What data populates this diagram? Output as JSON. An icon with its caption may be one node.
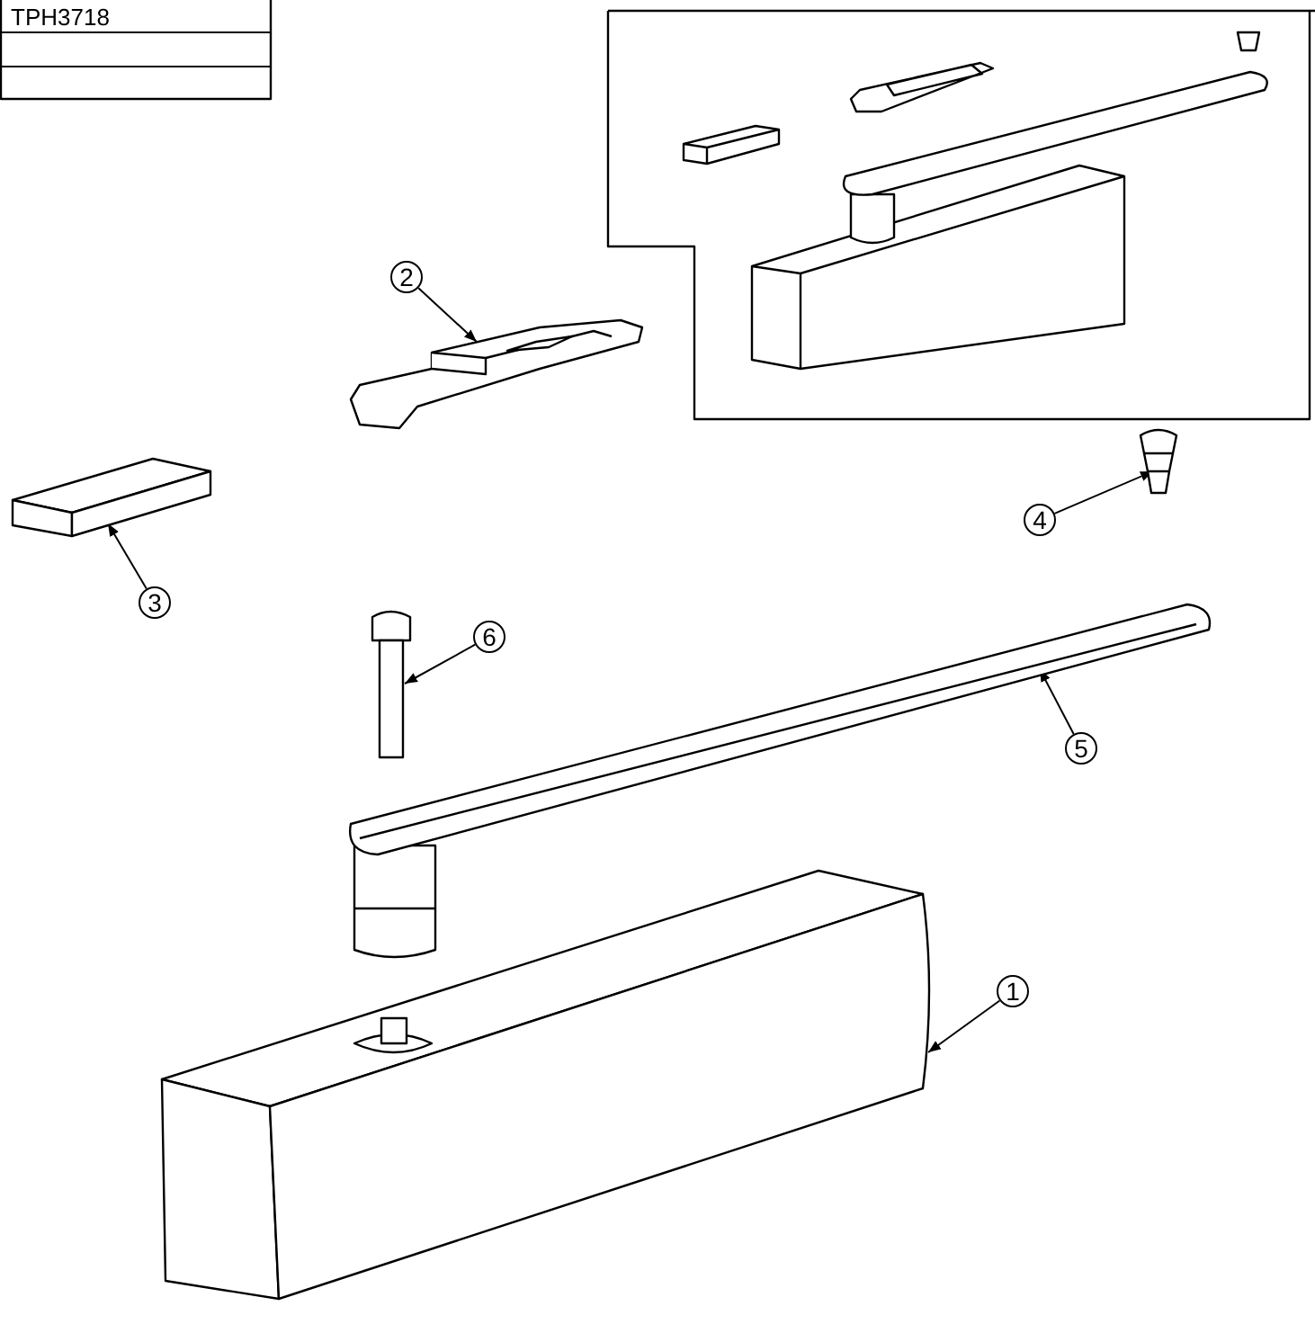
{
  "diagram": {
    "nodes": [
      {
        "text": [
          "2"
        ]
      },
      {
        "text": [],
        "shape": "picture"
      },
      {
        "text": [],
        "shape": "picture"
      },
      {
        "text": [
          "3"
        ]
      },
      {
        "text": [],
        "shape": "picture"
      },
      {
        "text": [
          "4"
        ]
      },
      {
        "text": [
          "6"
        ]
      },
      {
        "text": [],
        "shape": "picture"
      },
      {
        "text": [
          "5"
        ]
      },
      {
        "text": [],
        "shape": "picture"
      },
      {
        "text": [
          "1"
        ]
      },
      {
        "text": [],
        "shape": "picture"
      }
    ],
    "edges": [
      {
        "from": 0,
        "to": 1,
        "arrow": "to"
      },
      {
        "from": 3,
        "to": 2,
        "arrow": "to"
      },
      {
        "from": 5,
        "to": 4,
        "arrow": "to"
      },
      {
        "from": 6,
        "to": 7,
        "arrow": "to"
      },
      {
        "from": 8,
        "to": 9,
        "arrow": "to"
      },
      {
        "from": 10,
        "to": 11,
        "arrow": "to"
      }
    ],
    "labels": [
      "TPH3718"
    ]
  }
}
